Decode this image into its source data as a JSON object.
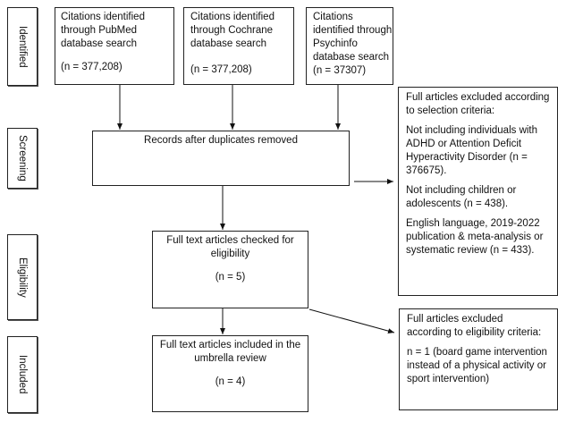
{
  "stages": [
    "Identified",
    "Screening",
    "Eligibility",
    "Included"
  ],
  "identification": [
    {
      "lines": [
        "Citations identified",
        "through PubMed",
        "database search"
      ],
      "count": "(n = 377,208)"
    },
    {
      "lines": [
        "Citations identified",
        "through Cochrane",
        "database search"
      ],
      "count": "(n = 377,208)"
    },
    {
      "lines": [
        "Citations",
        "identified through",
        "Psychinfo",
        "database search"
      ],
      "count": "(n = 37307)"
    }
  ],
  "screening": {
    "label": "Records after duplicates removed"
  },
  "excluded_selection": {
    "title": "Full articles excluded according to selection criteria:",
    "reasons": [
      "Not including individuals with ADHD or Attention Deficit Hyperactivity Disorder (n = 376675).",
      "Not including children or adolescents (n = 438).",
      "English language, 2019-2022 publication & meta-analysis or systematic review (n = 433)."
    ]
  },
  "eligibility": {
    "label": "Full text articles checked for eligibility",
    "count": "(n = 5)"
  },
  "excluded_eligibility": {
    "title": "Full articles excluded according to eligibility criteria:",
    "reason": "n = 1 (board game intervention instead of a physical activity or sport intervention)"
  },
  "included": {
    "label": "Full text articles included in the umbrella review",
    "count": "(n = 4)"
  }
}
